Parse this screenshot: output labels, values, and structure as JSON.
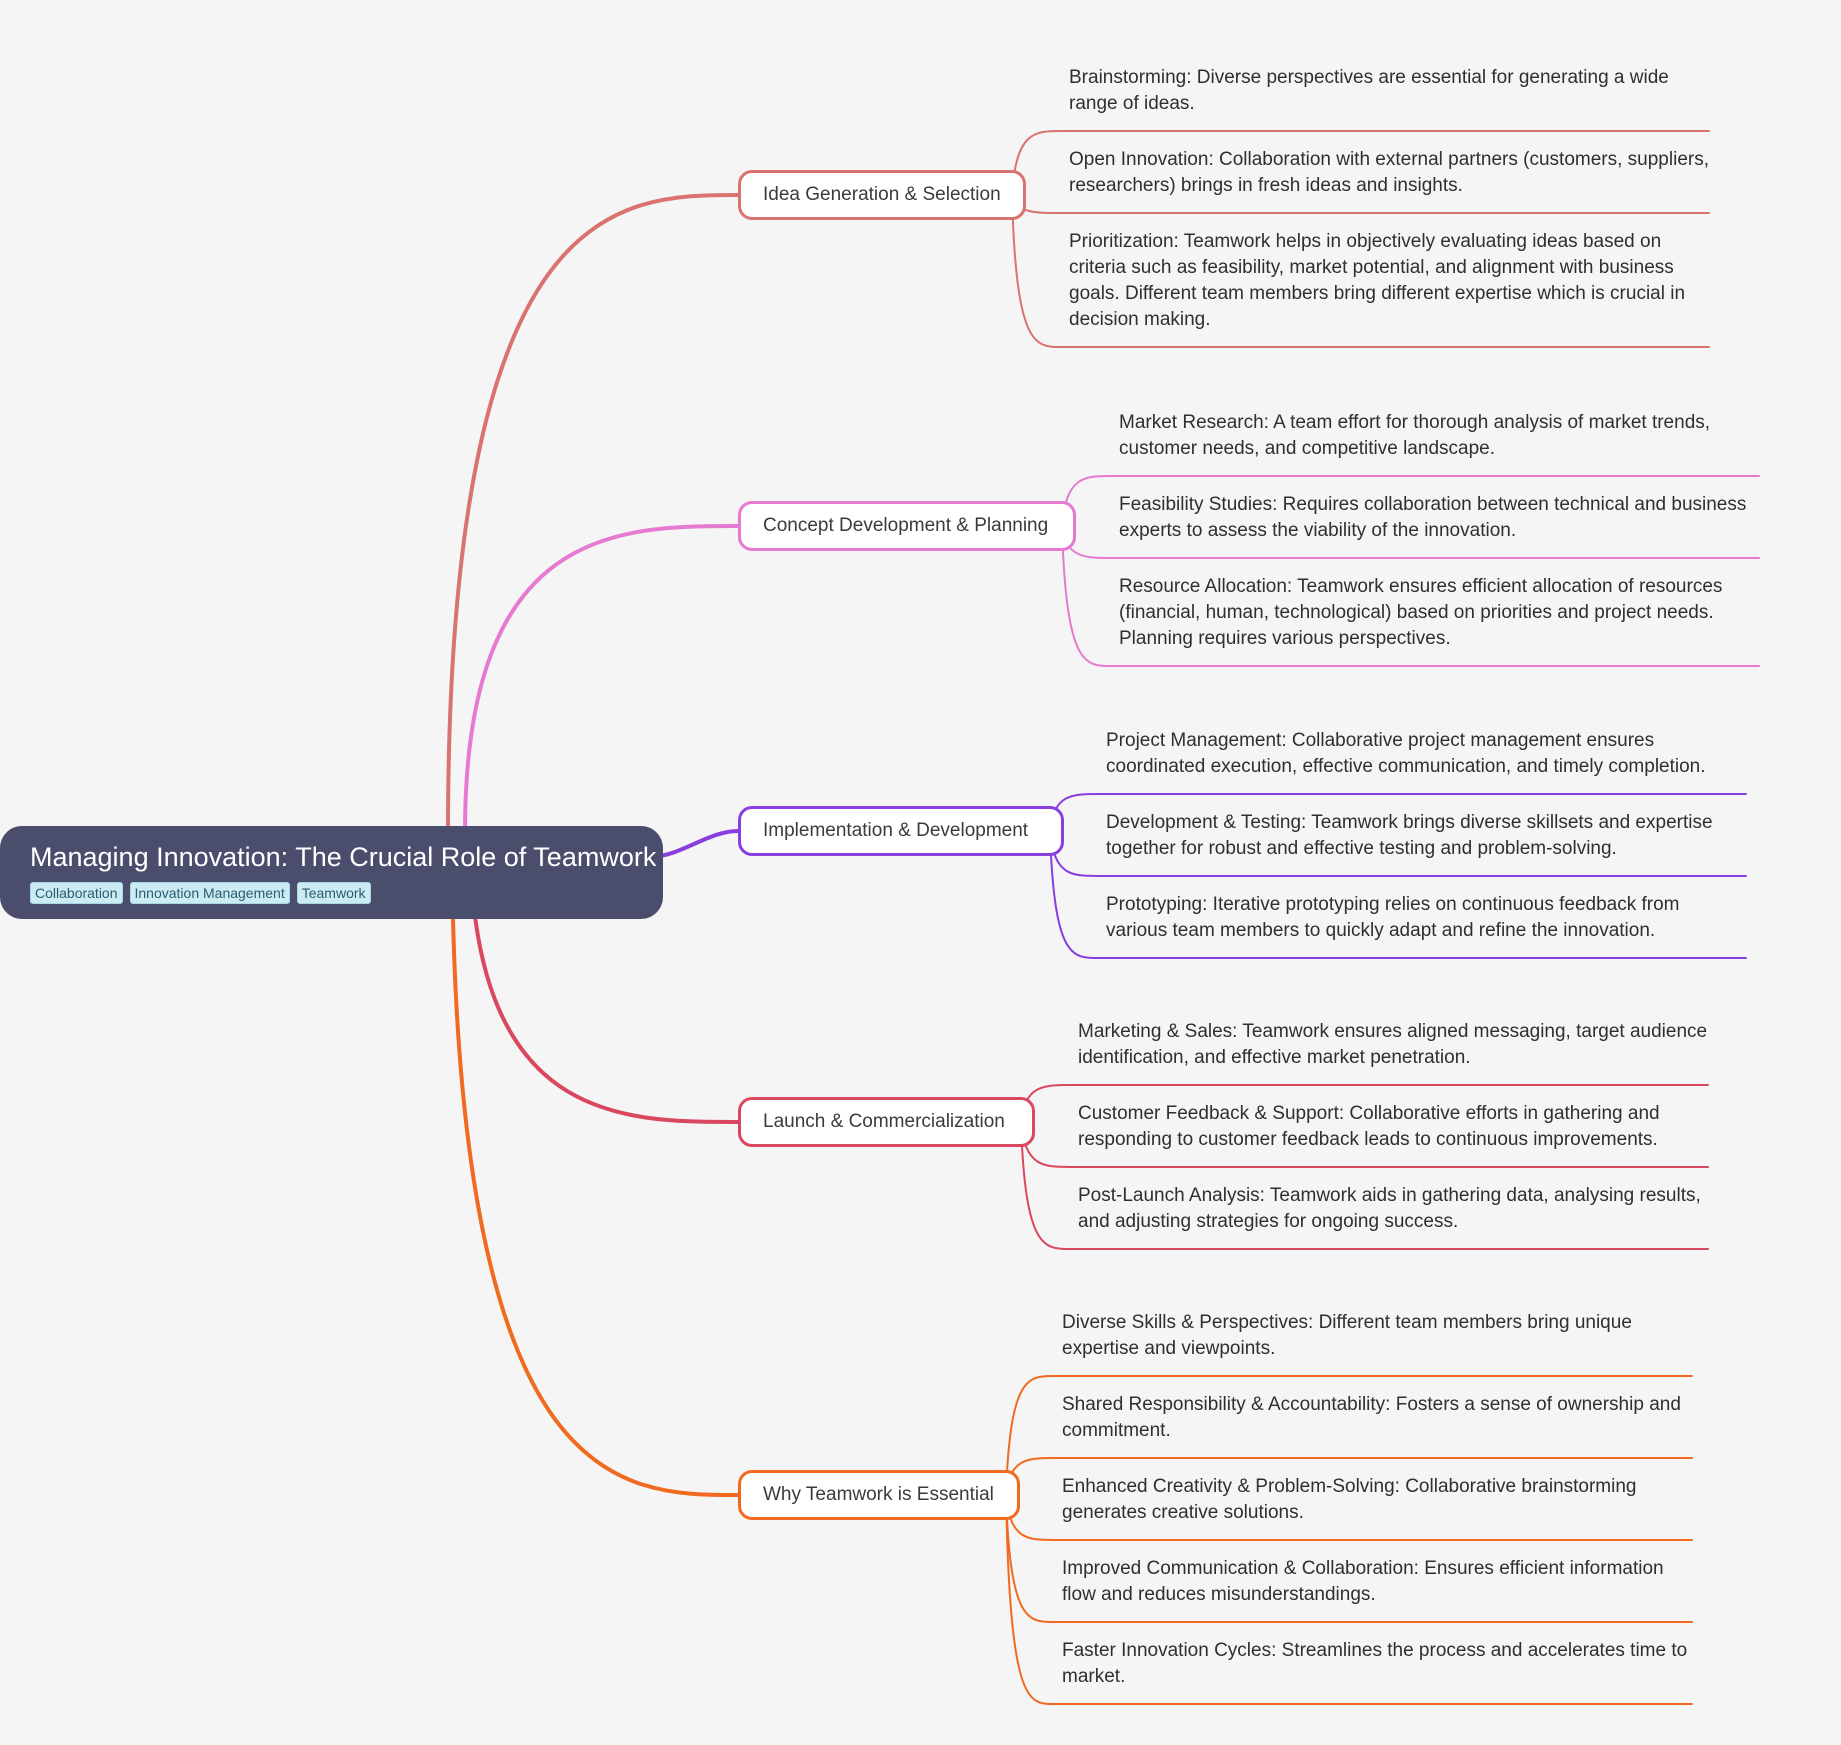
{
  "root": {
    "title": "Managing Innovation: The Crucial Role of Teamwork",
    "tags": [
      "Collaboration",
      "Innovation Management",
      "Teamwork"
    ]
  },
  "branches": [
    {
      "label": "Idea Generation & Selection",
      "color": "#d9736f",
      "children": [
        "Brainstorming: Diverse perspectives are essential for generating a wide range of ideas.",
        "Open Innovation: Collaboration with external partners (customers, suppliers, researchers) brings in fresh ideas and insights.",
        "Prioritization: Teamwork helps in objectively evaluating ideas based on criteria such as feasibility, market potential, and alignment with business goals.  Different team members bring different expertise which is crucial in decision making."
      ]
    },
    {
      "label": "Concept Development & Planning",
      "color": "#e57ad0",
      "children": [
        "Market Research: A team effort for thorough analysis of market trends, customer needs, and competitive landscape.",
        "Feasibility Studies: Requires collaboration between technical and business experts to assess the viability of the innovation.",
        "Resource Allocation: Teamwork ensures efficient allocation of resources (financial, human, technological) based on priorities and project needs.  Planning requires various perspectives."
      ]
    },
    {
      "label": "Implementation & Development",
      "color": "#8a3ee0",
      "children": [
        "Project Management: Collaborative project management ensures coordinated execution, effective communication, and timely completion.",
        "Development & Testing: Teamwork brings diverse skillsets and expertise together for robust and effective testing and problem-solving.",
        "Prototyping: Iterative prototyping relies on continuous feedback from various team members to quickly adapt and refine the innovation."
      ]
    },
    {
      "label": "Launch & Commercialization",
      "color": "#d9485e",
      "children": [
        "Marketing & Sales: Teamwork ensures aligned messaging, target audience identification, and effective market penetration.",
        "Customer Feedback & Support: Collaborative efforts in gathering and responding to customer feedback leads to continuous improvements.",
        "Post-Launch Analysis: Teamwork aids in gathering data, analysing results, and adjusting strategies for ongoing success."
      ]
    },
    {
      "label": "Why Teamwork is Essential",
      "color": "#f06a1f",
      "children": [
        "Diverse Skills & Perspectives: Different team members bring unique expertise and viewpoints.",
        "Shared Responsibility & Accountability: Fosters a sense of ownership and commitment.",
        "Enhanced Creativity & Problem-Solving: Collaborative brainstorming generates creative solutions.",
        "Improved Communication & Collaboration: Ensures efficient information flow and reduces misunderstandings.",
        "Faster Innovation Cycles: Streamlines the process and accelerates time to market."
      ]
    }
  ]
}
